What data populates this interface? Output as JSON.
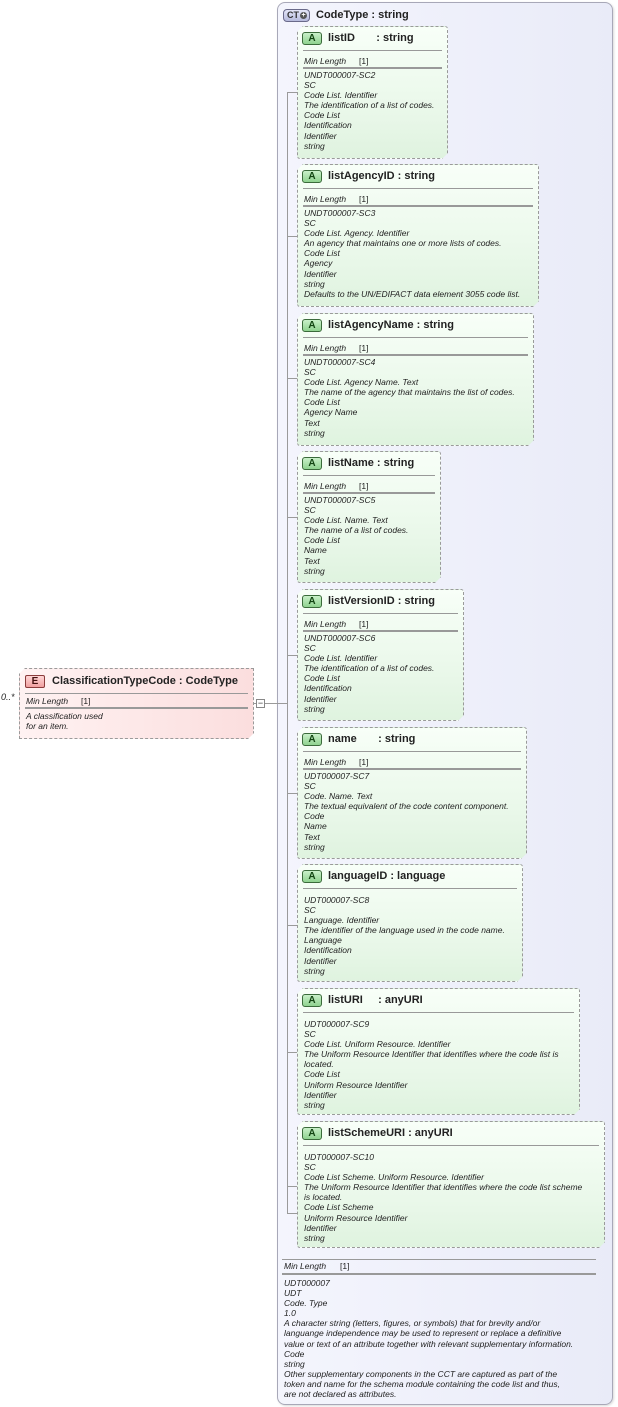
{
  "occurrence": "0..*",
  "element": {
    "badge": "E",
    "title": "ClassificationTypeCode : CodeType",
    "facet_label": "Min Length",
    "facet_value": "[1]",
    "doc": [
      "A classification used",
      "for an item."
    ]
  },
  "collapse_symbol": "−",
  "complex_type": {
    "badge": "CT",
    "title": "CodeType : string"
  },
  "attributes": [
    {
      "badge": "A",
      "title": "listID       : string",
      "has_facet": true,
      "facet_label": "Min Length",
      "facet_value": "[1]",
      "doc": [
        "UNDT000007-SC2",
        "SC",
        "Code List. Identifier",
        "The identification of a list of codes.",
        "Code List",
        "Identification",
        "Identifier",
        "string"
      ]
    },
    {
      "badge": "A",
      "title": "listAgencyID : string",
      "has_facet": true,
      "facet_label": "Min Length",
      "facet_value": "[1]",
      "doc": [
        "UNDT000007-SC3",
        "SC",
        "Code List. Agency. Identifier",
        "An agency that maintains one or more lists of codes.",
        "Code List",
        "Agency",
        "Identifier",
        "string",
        "Defaults to the UN/EDIFACT data element 3055 code list."
      ]
    },
    {
      "badge": "A",
      "title": "listAgencyName : string",
      "has_facet": true,
      "facet_label": "Min Length",
      "facet_value": "[1]",
      "doc": [
        "UNDT000007-SC4",
        "SC",
        "Code List. Agency Name. Text",
        "The name of the agency that maintains the list of codes.",
        "Code List",
        "Agency Name",
        "Text",
        "string"
      ]
    },
    {
      "badge": "A",
      "title": "listName : string",
      "has_facet": true,
      "facet_label": "Min Length",
      "facet_value": "[1]",
      "doc": [
        "UNDT000007-SC5",
        "SC",
        "Code List. Name. Text",
        "The name of a list of codes.",
        "Code List",
        "Name",
        "Text",
        "string"
      ]
    },
    {
      "badge": "A",
      "title": "listVersionID : string",
      "has_facet": true,
      "facet_label": "Min Length",
      "facet_value": "[1]",
      "doc": [
        "UNDT000007-SC6",
        "SC",
        "Code List. Identifier",
        "The identification of a list of codes.",
        "Code List",
        "Identification",
        "Identifier",
        "string"
      ]
    },
    {
      "badge": "A",
      "title": "name       : string",
      "has_facet": true,
      "facet_label": "Min Length",
      "facet_value": "[1]",
      "doc": [
        "UDT000007-SC7",
        "SC",
        "Code. Name. Text",
        "The textual equivalent of the code content component.",
        "Code",
        "Name",
        "Text",
        "string"
      ]
    },
    {
      "badge": "A",
      "title": "languageID : language",
      "has_facet": false,
      "doc": [
        "UDT000007-SC8",
        "SC",
        "Language. Identifier",
        "The identifier of the language used in the code name.",
        "Language",
        "Identification",
        "Identifier",
        "string"
      ]
    },
    {
      "badge": "A",
      "title": "listURI     : anyURI",
      "has_facet": false,
      "doc": [
        "UDT000007-SC9",
        "SC",
        "Code List. Uniform Resource. Identifier",
        "The Uniform Resource Identifier that identifies where the code list is",
        "located.",
        "Code List",
        "Uniform Resource Identifier",
        "Identifier",
        "string"
      ]
    },
    {
      "badge": "A",
      "title": "listSchemeURI : anyURI",
      "has_facet": false,
      "doc": [
        "UDT000007-SC10",
        "SC",
        "Code List Scheme. Uniform Resource. Identifier",
        "The Uniform Resource Identifier that identifies where the code list scheme",
        "is located.",
        "Code List Scheme",
        "Uniform Resource Identifier",
        "Identifier",
        "string"
      ]
    }
  ],
  "type_footer": {
    "facet_label": "Min Length",
    "facet_value": "[1]",
    "doc": [
      "UDT000007",
      "UDT",
      "Code. Type",
      "1.0",
      "A character string (letters, figures, or symbols) that for brevity and/or",
      "languange independence may be used to represent or replace a definitive",
      "value or text of an attribute together with relevant supplementary information.",
      "Code",
      "string",
      "Other supplementary components in the CCT are captured as part of the",
      "token and name for the schema module containing the code list and thus,",
      "are not declared as attributes."
    ]
  },
  "colors": {
    "element_bg": "#fde0e0",
    "attribute_bg": "#e8f7e8",
    "complex_type_bg": "#eef0fb",
    "connector": "#9a9a9a"
  }
}
